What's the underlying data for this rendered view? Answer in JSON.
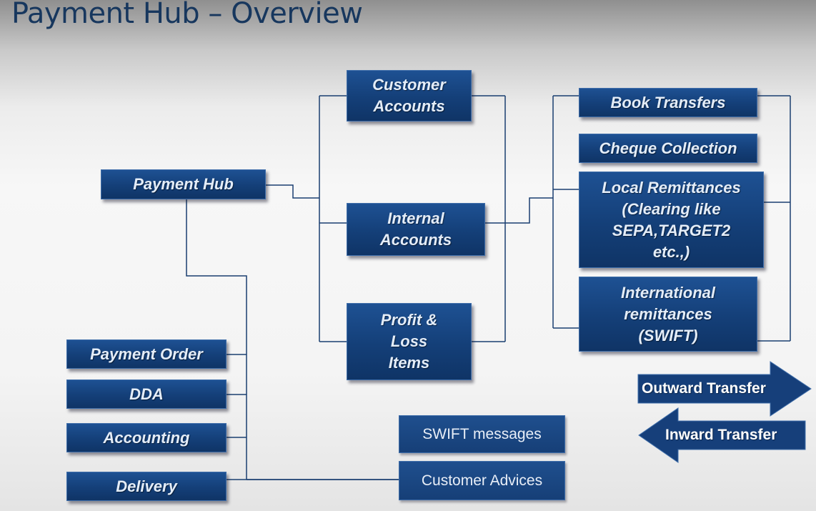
{
  "title": "Payment Hub – Overview",
  "nodes": {
    "payment_hub": "Payment Hub",
    "customer_accounts": "Customer\nAccounts",
    "internal_accounts": "Internal\nAccounts",
    "profit_loss_items": "Profit &\nLoss\nItems",
    "book_transfers": "Book Transfers",
    "cheque_collection": "Cheque Collection",
    "local_remittances": "Local Remittances\n(Clearing like\nSEPA,TARGET2\netc.,)",
    "international_remittances": "International\nremittances\n(SWIFT)",
    "payment_order": "Payment Order",
    "dda": "DDA",
    "accounting": "Accounting",
    "delivery": "Delivery",
    "swift_messages": "SWIFT messages",
    "customer_advices": "Customer Advices"
  },
  "legend": {
    "outward": "Outward Transfer",
    "inward": "Inward Transfer"
  },
  "colors": {
    "box_fill": "#143f78",
    "line": "#1a3f70",
    "title": "#17375e"
  }
}
